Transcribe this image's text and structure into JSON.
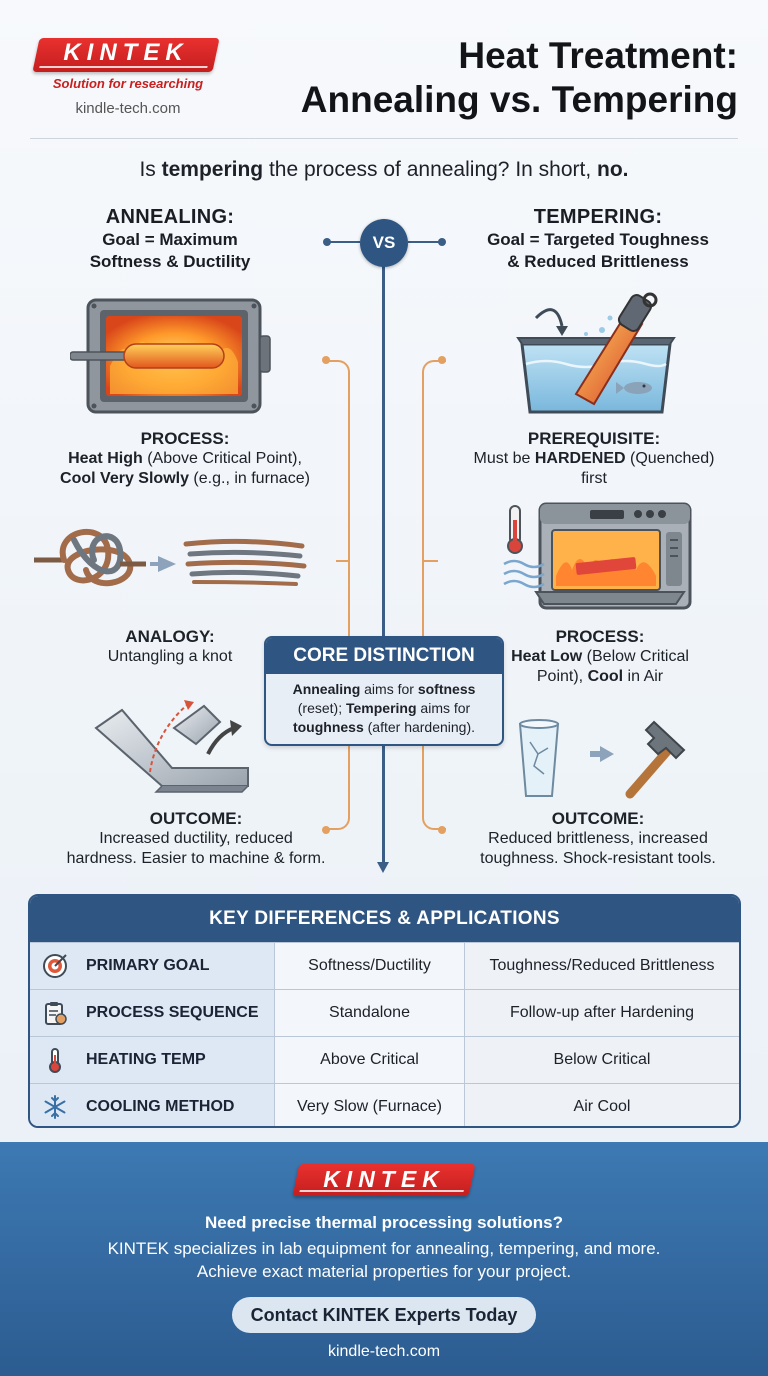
{
  "brand": {
    "logo": "KINTEK",
    "tagline": "Solution for researching",
    "site": "kindle-tech.com"
  },
  "header": {
    "title_line1": "Heat Treatment:",
    "title_line2": "Annealing vs. Tempering"
  },
  "question": {
    "p1": "Is ",
    "b1": "tempering",
    "p2": " the process of annealing? In short, ",
    "b2": "no."
  },
  "vs_label": "VS",
  "annealing": {
    "title": "ANNEALING:",
    "goal_line1": "Goal = Maximum",
    "goal_line2": "Softness & Ductility",
    "process_label": "PROCESS:",
    "process_b1": "Heat High",
    "process_t1": " (Above Critical Point),",
    "process_b2": "Cool Very Slowly",
    "process_t2": " (e.g., in furnace)",
    "analogy_label": "ANALOGY:",
    "analogy_text": "Untangling a knot",
    "outcome_label": "OUTCOME:",
    "outcome_line1": "Increased ductility, reduced",
    "outcome_line2": "hardness. Easier to machine & form."
  },
  "tempering": {
    "title": "TEMPERING:",
    "goal_line1": "Goal = Targeted Toughness",
    "goal_line2": "& Reduced Brittleness",
    "prereq_label": "PREREQUISITE:",
    "prereq_t1": "Must be ",
    "prereq_b1": "HARDENED",
    "prereq_t2": " (Quenched)",
    "prereq_t3": "first",
    "process_label": "PROCESS:",
    "process_b1": "Heat Low",
    "process_t1": " (Below Critical",
    "process_t2": "Point), ",
    "process_b2": "Cool",
    "process_t3": " in Air",
    "outcome_label": "OUTCOME:",
    "outcome_line1": "Reduced brittleness, increased",
    "outcome_line2": "toughness. Shock-resistant tools."
  },
  "core": {
    "title": "CORE DISTINCTION",
    "b1": "Annealing",
    "t1": " aims for ",
    "b2": "softness",
    "t2": " (reset); ",
    "b3": "Tempering",
    "t3": " aims for ",
    "b4": "toughness",
    "t4": " (after hardening)."
  },
  "table": {
    "title": "KEY DIFFERENCES & APPLICATIONS",
    "rows": [
      {
        "icon": "target-icon",
        "label": "PRIMARY GOAL",
        "annealing": "Softness/Ductility",
        "tempering": "Toughness/Reduced Brittleness"
      },
      {
        "icon": "clipboard-icon",
        "label": "PROCESS SEQUENCE",
        "annealing": "Standalone",
        "tempering": "Follow-up after Hardening"
      },
      {
        "icon": "thermometer-icon",
        "label": "HEATING TEMP",
        "annealing": "Above Critical",
        "tempering": "Below Critical"
      },
      {
        "icon": "snowflake-icon",
        "label": "COOLING METHOD",
        "annealing": "Very Slow (Furnace)",
        "tempering": "Air Cool"
      }
    ]
  },
  "footer": {
    "logo": "KINTEK",
    "question": "Need precise thermal processing solutions?",
    "line1": "KINTEK specializes in lab equipment for annealing, tempering, and more.",
    "line2": "Achieve exact material properties for your project.",
    "button": "Contact KINTEK Experts Today",
    "site": "kindle-tech.com"
  },
  "colors": {
    "navy": "#2f5683",
    "brand_red": "#d82a28",
    "accent_orange": "#e3a060",
    "footer_blue": "#3d79b3"
  }
}
